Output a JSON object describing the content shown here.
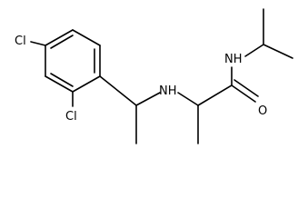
{
  "diagram": {
    "type": "chemical-structure",
    "atoms": {
      "cl_para": "Cl",
      "cl_ortho": "Cl",
      "amine_nh": "NH",
      "amide_nh": "NH",
      "carbonyl_o": "O"
    },
    "colors": {
      "bond": "#000000",
      "label": "#000000",
      "background": "#ffffff"
    }
  }
}
